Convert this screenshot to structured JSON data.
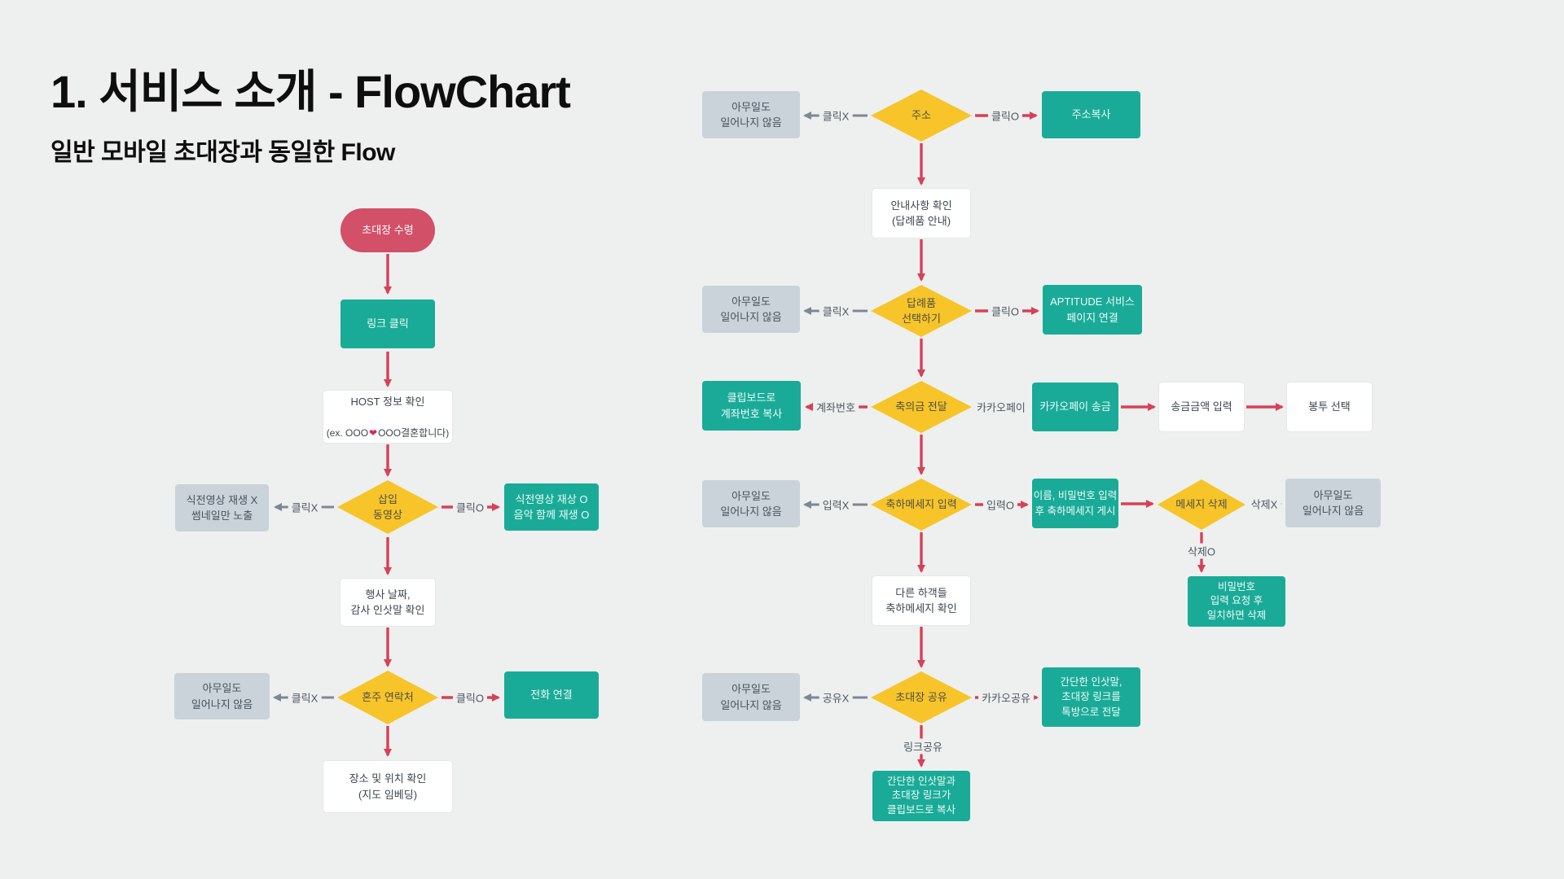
{
  "header": {
    "title": "1. 서비스 소개 - FlowChart",
    "subtitle": "일반 모바일 초대장과 동일한 Flow"
  },
  "colors": {
    "background": "#eef0ef",
    "accent_red": "#d25068",
    "accent_teal": "#1aab98",
    "accent_yellow": "#f7c42a",
    "neutral_gray_box": "#cad3d9",
    "arrow_red": "#d84058",
    "arrow_gray": "#7c8894"
  },
  "common": {
    "nothing": "아무일도\n일어나지 않음"
  },
  "labels": {
    "click_x": "클릭X",
    "click_o": "클릭O",
    "input_x": "입력X",
    "input_o": "입력O",
    "delete_x": "삭제X",
    "delete_o": "삭제O",
    "share_x": "공유X",
    "account": "계좌번호",
    "kakaopay": "카카오페이",
    "kakao_share": "카카오공유",
    "link_share": "링크공유"
  },
  "left_flow": {
    "start": "초대장 수령",
    "link_click": "링크 클릭",
    "host_line1": "HOST 정보 확인",
    "host_pre": "(ex. OOO",
    "host_heart": "❤",
    "host_post": "OOO결혼합니다)",
    "video_decision": "삽입\n동영상",
    "video_no": "식전영상 재생 X\n썸네일만 노출",
    "video_yes": "식전영상 재상 O\n음악 함께 재생 O",
    "event_check": "행사 날짜,\n감사 인삿말 확인",
    "contact_decision": "혼주 연락처",
    "phone_call": "전화 연결",
    "location": "장소 및 위치 확인\n(지도 임베딩)"
  },
  "right_flow": {
    "address_decision": "주소",
    "address_copy": "주소복사",
    "notice": "안내사항 확인\n(답례품 안내)",
    "gift_decision": "답례품\n선택하기",
    "aptitude": "APTITUDE 서비스\n페이지 연결",
    "money_decision": "축의금 전달",
    "account_copy": "클립보드로\n계좌번호 복사",
    "kakaopay_send": "카카오페이 송금",
    "amount_input": "송금금액 입력",
    "envelope": "봉투 선택",
    "message_decision": "축하메세지 입력",
    "message_post": "이름, 비밀번호 입력\n후 축하메세지 게시",
    "delete_decision": "메세지 삭제",
    "delete_confirm": "비밀번호\n입력 요청 후\n일치하면 삭제",
    "other_guests": "다른 하객들\n축하메세지 확인",
    "share_decision": "초대장 공유",
    "kakao_share_box": "간단한 인삿말,\n초대장 링크를\n톡방으로 전달",
    "link_copy": "간단한 인삿말과\n초대장 링크가\n클립보드로 복사"
  }
}
